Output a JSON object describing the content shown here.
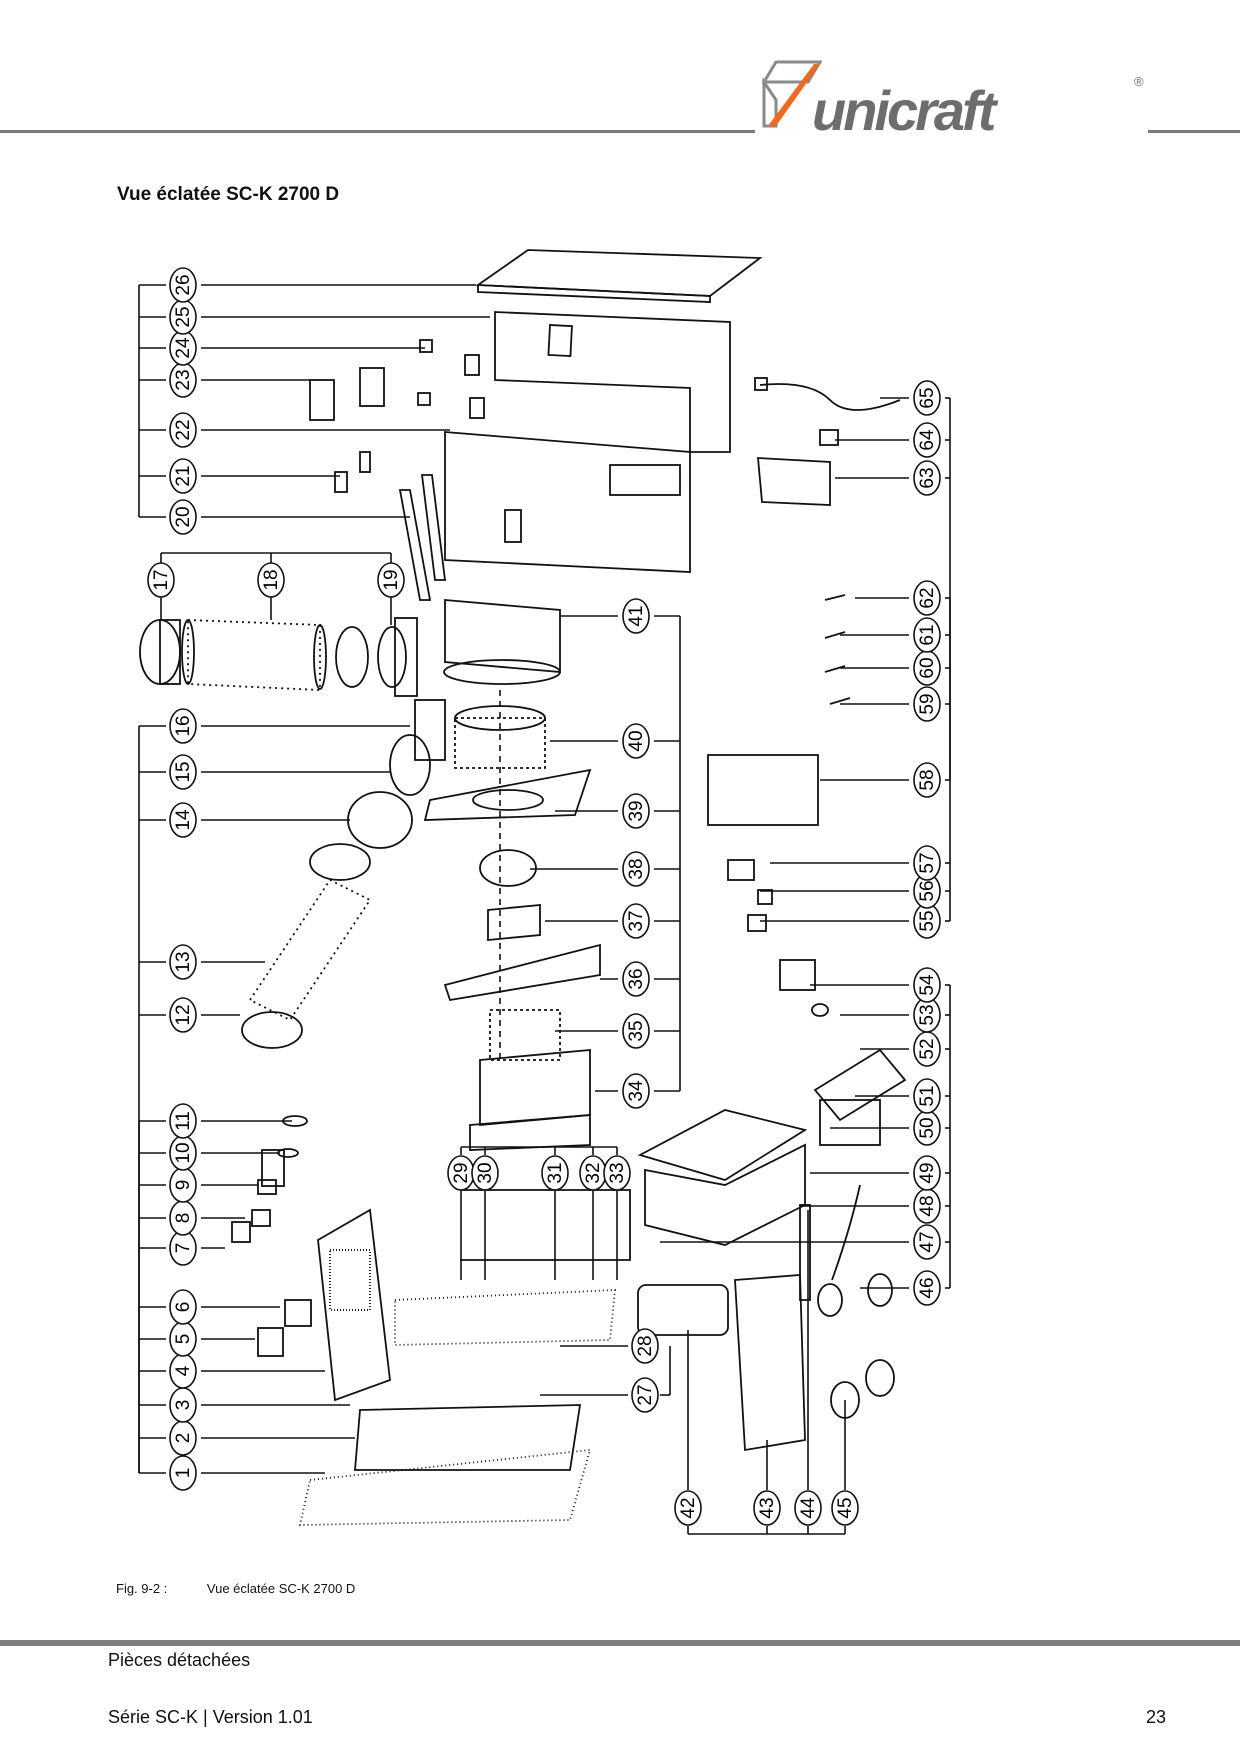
{
  "header": {
    "brand": "unicraft",
    "registered": "®"
  },
  "title": "Vue éclatée SC-K 2700 D",
  "diagram": {
    "part_numbers": [
      "1",
      "2",
      "3",
      "4",
      "5",
      "6",
      "7",
      "8",
      "9",
      "10",
      "11",
      "12",
      "13",
      "14",
      "15",
      "16",
      "17",
      "18",
      "19",
      "20",
      "21",
      "22",
      "23",
      "24",
      "25",
      "26",
      "27",
      "28",
      "29",
      "30",
      "31",
      "32",
      "33",
      "34",
      "35",
      "36",
      "37",
      "38",
      "39",
      "40",
      "41",
      "42",
      "43",
      "44",
      "45",
      "46",
      "47",
      "48",
      "49",
      "50",
      "51",
      "52",
      "53",
      "54",
      "55",
      "56",
      "57",
      "58",
      "59",
      "60",
      "61",
      "62",
      "63",
      "64",
      "65"
    ]
  },
  "caption": {
    "label": "Fig. 9-2 :",
    "text": "Vue éclatée  SC-K 2700 D"
  },
  "footer": {
    "section": "Pièces détachées",
    "series": "Série SC-K  |  Version 1.01",
    "page": "23"
  }
}
